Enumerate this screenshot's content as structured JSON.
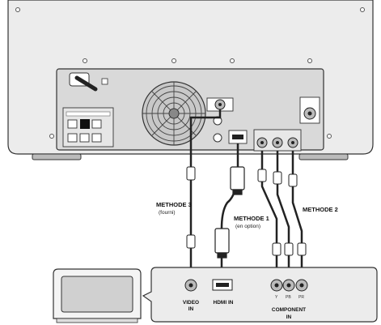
{
  "labels": {
    "method3": "METHODE 3",
    "method3_sub": "(fourni)",
    "method1": "METHODE 1",
    "method1_sub": "(en option)",
    "method2": "METHODE 2",
    "video_in_line1": "VIDEO",
    "video_in_line2": "IN",
    "hdmi_in": "HDMI IN",
    "component_line1": "COMPONENT",
    "component_line2": "IN",
    "comp_y": "Y",
    "comp_pb": "PB",
    "comp_pr": "PR"
  },
  "colors": {
    "device_body": "#ececec",
    "back_panel": "#d9d9d9",
    "outline": "#333333",
    "cable": "#222222",
    "tv_screen": "#d0d0d0"
  },
  "icons": [
    "fan-grille-icon",
    "rca-plug-icon",
    "hdmi-plug-icon",
    "tv-icon"
  ]
}
